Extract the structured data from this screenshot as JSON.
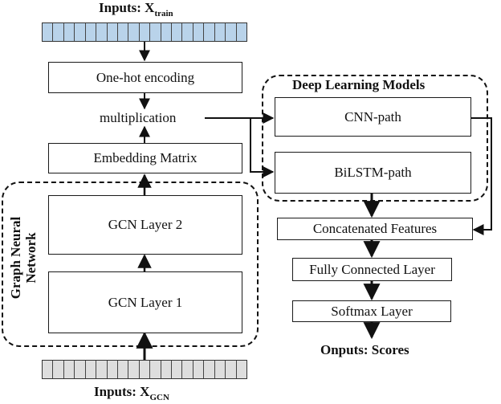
{
  "inputs_train": {
    "prefix": "Inputs: X",
    "subscript": "train"
  },
  "inputs_gcn": {
    "prefix": "Inputs: X",
    "subscript": "GCN"
  },
  "one_hot": "One-hot encoding",
  "multiplication": "multiplication",
  "embedding": "Embedding Matrix",
  "gnn": {
    "line1": "Graph Neural",
    "line2": "Network"
  },
  "gcn_layer_2": "GCN Layer 2",
  "gcn_layer_1": "GCN Layer 1",
  "dl_models": "Deep Learning Models",
  "cnn_path": "CNN-path",
  "bilstm_path": "BiLSTM-path",
  "concat": "Concatenated Features",
  "fully_connected": "Fully Connected Layer",
  "softmax": "Softmax Layer",
  "outputs": "Onputs: Scores",
  "colors": {
    "train_cells": "#b9d3ea",
    "gcn_cells": "#dedede",
    "stroke": "#111111"
  }
}
